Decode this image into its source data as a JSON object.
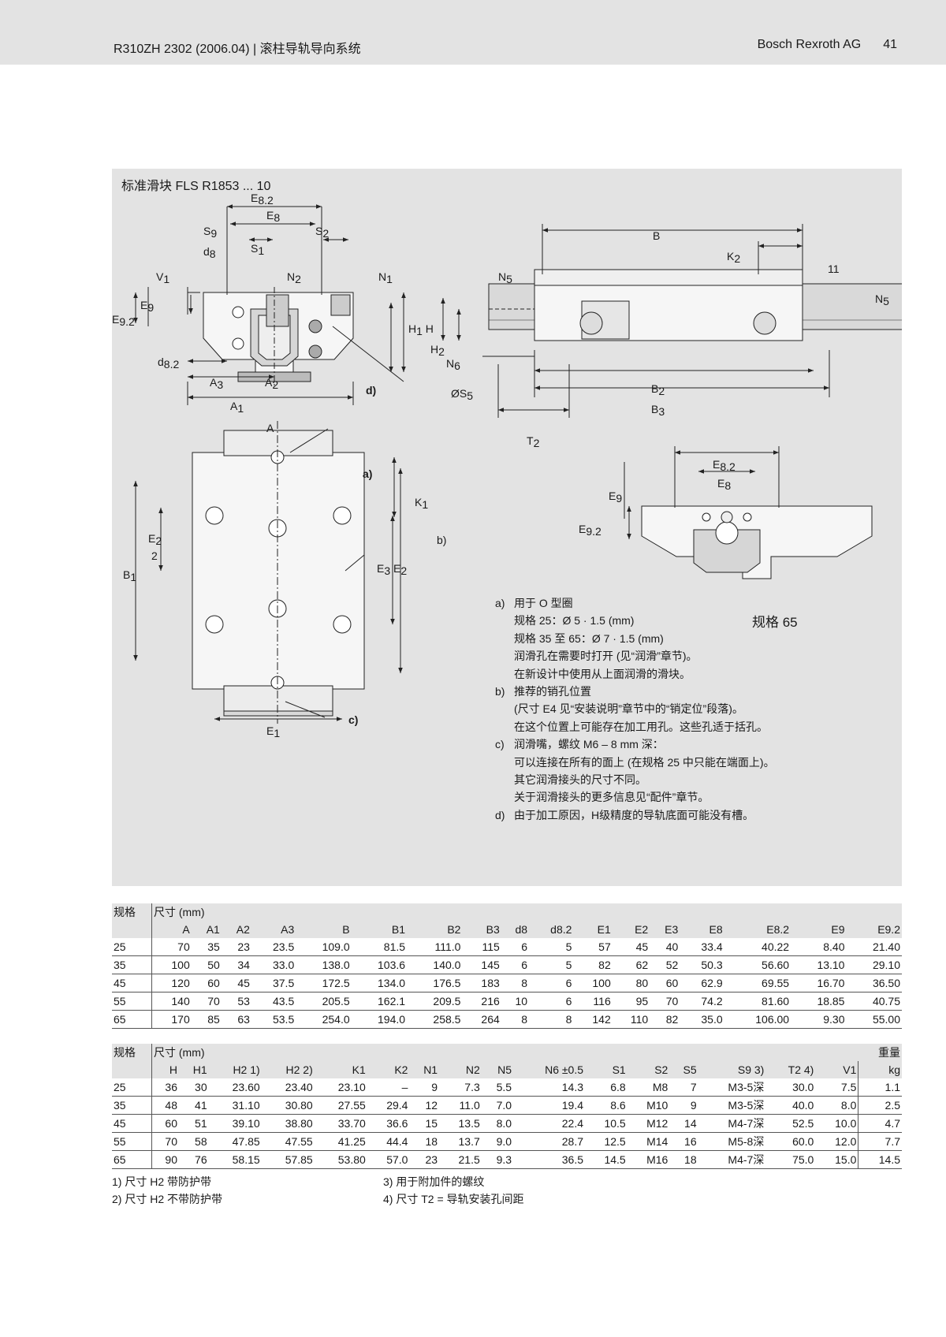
{
  "header": {
    "doc": "R310ZH 2302 (2006.04)",
    "title": "滚柱导轨导向系统",
    "company": "Bosch Rexroth AG",
    "page": "41"
  },
  "figure": {
    "title": "标准滑块 FLS R1853 ... 10",
    "size_label": "规格 65",
    "callouts": [
      "a)",
      "b)",
      "c)",
      "d)"
    ],
    "notes": [
      {
        "key": "a)",
        "lines": [
          "用于 O 型圈",
          "规格 25：Ø 5 · 1.5 (mm)",
          "规格 35 至 65：Ø 7 · 1.5 (mm)",
          "润滑孔在需要时打开 (见“润滑”章节)。",
          "在新设计中使用从上面润滑的滑块。"
        ]
      },
      {
        "key": "b)",
        "lines": [
          "推荐的销孔位置",
          "(尺寸 E4 见“安装说明”章节中的“销定位”段落)。",
          "在这个位置上可能存在加工用孔。这些孔适于括孔。"
        ]
      },
      {
        "key": "c)",
        "lines": [
          "润滑嘴，螺纹 M6 – 8 mm 深：",
          "可以连接在所有的面上 (在规格 25 中只能在端面上)。",
          "其它润滑接头的尺寸不同。",
          "关于润滑接头的更多信息见“配件”章节。"
        ]
      },
      {
        "key": "d)",
        "lines": [
          "由于加工原因，H级精度的导轨底面可能没有槽。"
        ]
      }
    ]
  },
  "table1": {
    "size_label": "规格",
    "dim_label": "尺寸 (mm)",
    "columns": [
      "A",
      "A1",
      "A2",
      "A3",
      "B",
      "B1",
      "B2",
      "B3",
      "d8",
      "d8.2",
      "E1",
      "E2",
      "E3",
      "E8",
      "E8.2",
      "E9",
      "E9.2"
    ],
    "rows": [
      [
        "25",
        "70",
        "35",
        "23",
        "23.5",
        "109.0",
        "81.5",
        "111.0",
        "115",
        "6",
        "5",
        "57",
        "45",
        "40",
        "33.4",
        "40.22",
        "8.40",
        "21.40"
      ],
      [
        "35",
        "100",
        "50",
        "34",
        "33.0",
        "138.0",
        "103.6",
        "140.0",
        "145",
        "6",
        "5",
        "82",
        "62",
        "52",
        "50.3",
        "56.60",
        "13.10",
        "29.10"
      ],
      [
        "45",
        "120",
        "60",
        "45",
        "37.5",
        "172.5",
        "134.0",
        "176.5",
        "183",
        "8",
        "6",
        "100",
        "80",
        "60",
        "62.9",
        "69.55",
        "16.70",
        "36.50"
      ],
      [
        "55",
        "140",
        "70",
        "53",
        "43.5",
        "205.5",
        "162.1",
        "209.5",
        "216",
        "10",
        "6",
        "116",
        "95",
        "70",
        "74.2",
        "81.60",
        "18.85",
        "40.75"
      ],
      [
        "65",
        "170",
        "85",
        "63",
        "53.5",
        "254.0",
        "194.0",
        "258.5",
        "264",
        "8",
        "8",
        "142",
        "110",
        "82",
        "35.0",
        "106.00",
        "9.30",
        "55.00"
      ]
    ]
  },
  "table2": {
    "size_label": "规格",
    "dim_label": "尺寸 (mm)",
    "weight_label": "重量",
    "weight_unit": "kg",
    "columns": [
      "H",
      "H1",
      "H2 1)",
      "H2 2)",
      "K1",
      "K2",
      "N1",
      "N2",
      "N5",
      "N6 ±0.5",
      "S1",
      "S2",
      "S5",
      "S9 3)",
      "T2 4)",
      "V1"
    ],
    "rows": [
      [
        "25",
        "36",
        "30",
        "23.60",
        "23.40",
        "23.10",
        "–",
        "9",
        "7.3",
        "5.5",
        "14.3",
        "6.8",
        "M8",
        "7",
        "M3-5深",
        "30.0",
        "7.5",
        "1.1"
      ],
      [
        "35",
        "48",
        "41",
        "31.10",
        "30.80",
        "27.55",
        "29.4",
        "12",
        "11.0",
        "7.0",
        "19.4",
        "8.6",
        "M10",
        "9",
        "M3-5深",
        "40.0",
        "8.0",
        "2.5"
      ],
      [
        "45",
        "60",
        "51",
        "39.10",
        "38.80",
        "33.70",
        "36.6",
        "15",
        "13.5",
        "8.0",
        "22.4",
        "10.5",
        "M12",
        "14",
        "M4-7深",
        "52.5",
        "10.0",
        "4.7"
      ],
      [
        "55",
        "70",
        "58",
        "47.85",
        "47.55",
        "41.25",
        "44.4",
        "18",
        "13.7",
        "9.0",
        "28.7",
        "12.5",
        "M14",
        "16",
        "M5-8深",
        "60.0",
        "12.0",
        "7.7"
      ],
      [
        "65",
        "90",
        "76",
        "58.15",
        "57.85",
        "53.80",
        "57.0",
        "23",
        "21.5",
        "9.3",
        "36.5",
        "14.5",
        "M16",
        "18",
        "M4-7深",
        "75.0",
        "15.0",
        "14.5"
      ]
    ]
  },
  "footnotes": [
    "1)  尺寸 H2 带防护带",
    "2)  尺寸 H2 不带防护带",
    "3)  用于附加件的螺纹",
    "4)  尺寸 T2 = 导轨安装孔间距"
  ]
}
